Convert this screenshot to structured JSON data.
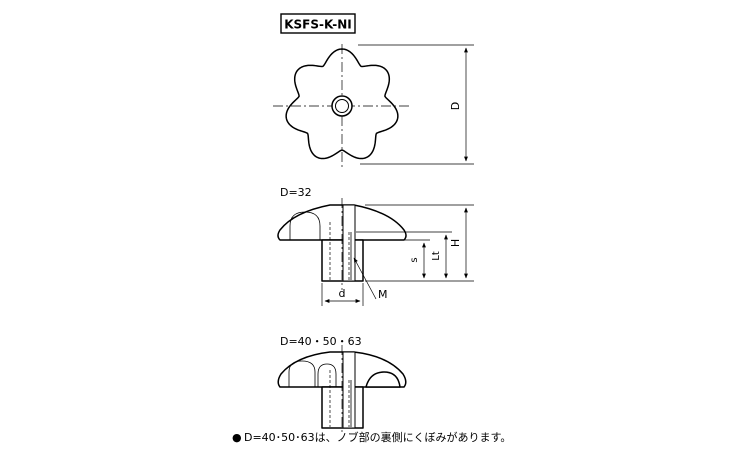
{
  "product_code": "KSFS-K-NI",
  "views": {
    "top": {
      "dim_label": "D"
    },
    "section_d32": {
      "title": "D=32",
      "labels": {
        "H": "H",
        "Lt": "Lt",
        "s": "s",
        "d": "d",
        "M": "M"
      }
    },
    "section_d40": {
      "title": "D=40・50・63"
    }
  },
  "note": {
    "bullet": "●",
    "text": "D=40･50･63は、ノブ部の裏側にくぼみがあります。"
  }
}
